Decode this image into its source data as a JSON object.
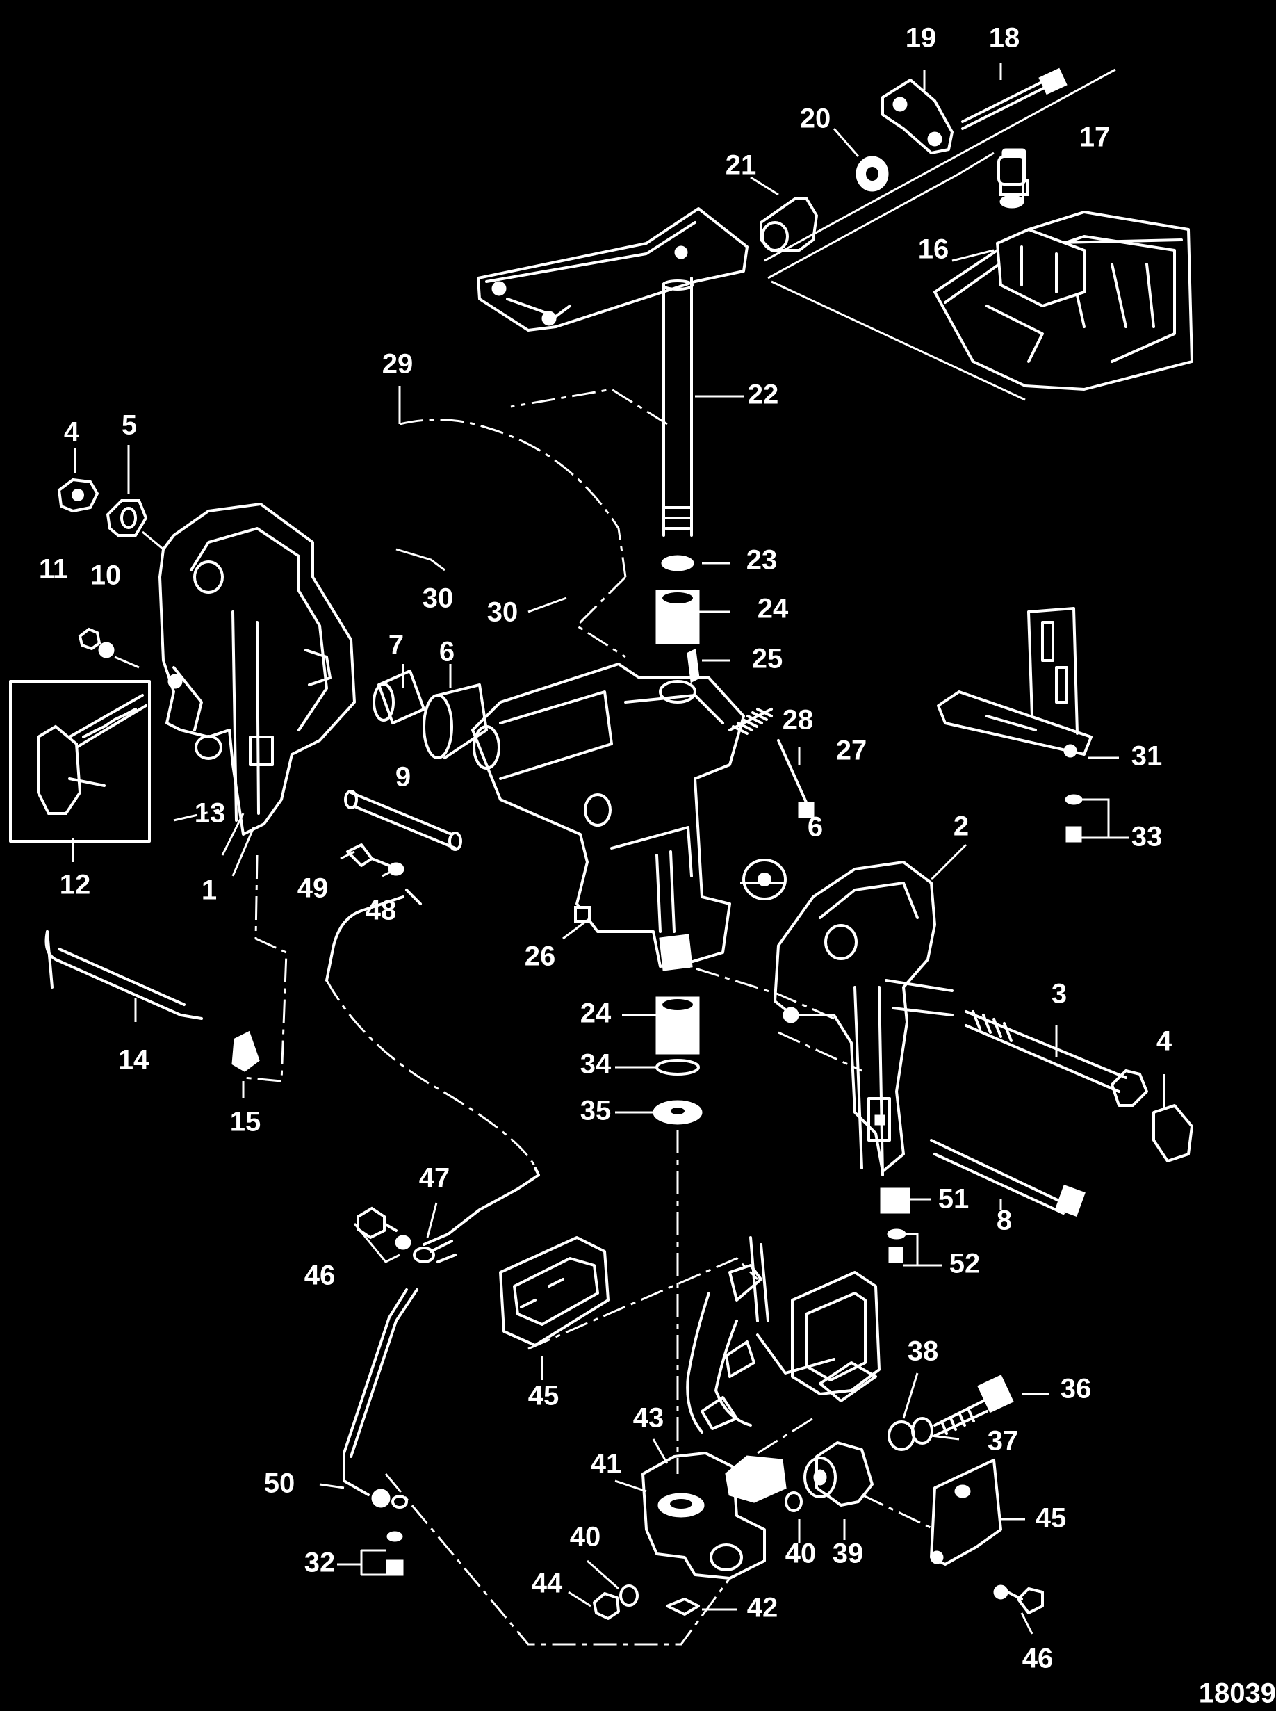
{
  "diagram": {
    "reference_number": "18039",
    "colors": {
      "background": "#000000",
      "line": "#ffffff"
    },
    "callouts": [
      {
        "id": "c19",
        "label": "19"
      },
      {
        "id": "c18",
        "label": "18"
      },
      {
        "id": "c20",
        "label": "20"
      },
      {
        "id": "c17",
        "label": "17"
      },
      {
        "id": "c21",
        "label": "21"
      },
      {
        "id": "c16",
        "label": "16"
      },
      {
        "id": "c29",
        "label": "29"
      },
      {
        "id": "c22",
        "label": "22"
      },
      {
        "id": "c4a",
        "label": "4"
      },
      {
        "id": "c5",
        "label": "5"
      },
      {
        "id": "c11",
        "label": "11"
      },
      {
        "id": "c10",
        "label": "10"
      },
      {
        "id": "c30a",
        "label": "30"
      },
      {
        "id": "c23",
        "label": "23"
      },
      {
        "id": "c30b",
        "label": "30"
      },
      {
        "id": "c24a",
        "label": "24"
      },
      {
        "id": "c7",
        "label": "7"
      },
      {
        "id": "c6a",
        "label": "6"
      },
      {
        "id": "c25",
        "label": "25"
      },
      {
        "id": "c28",
        "label": "28"
      },
      {
        "id": "c31",
        "label": "31"
      },
      {
        "id": "c27",
        "label": "27"
      },
      {
        "id": "c13",
        "label": "13"
      },
      {
        "id": "c9",
        "label": "9"
      },
      {
        "id": "c33",
        "label": "33"
      },
      {
        "id": "c6b",
        "label": "6"
      },
      {
        "id": "c2",
        "label": "2"
      },
      {
        "id": "c12",
        "label": "12"
      },
      {
        "id": "c1",
        "label": "1"
      },
      {
        "id": "c49",
        "label": "49"
      },
      {
        "id": "c48",
        "label": "48"
      },
      {
        "id": "c26",
        "label": "26"
      },
      {
        "id": "c3",
        "label": "3"
      },
      {
        "id": "c24b",
        "label": "24"
      },
      {
        "id": "c14",
        "label": "14"
      },
      {
        "id": "c4b",
        "label": "4"
      },
      {
        "id": "c34",
        "label": "34"
      },
      {
        "id": "c15",
        "label": "15"
      },
      {
        "id": "c35",
        "label": "35"
      },
      {
        "id": "c47",
        "label": "47"
      },
      {
        "id": "c51",
        "label": "51"
      },
      {
        "id": "c8",
        "label": "8"
      },
      {
        "id": "c46a",
        "label": "46"
      },
      {
        "id": "c52",
        "label": "52"
      },
      {
        "id": "c45a",
        "label": "45"
      },
      {
        "id": "c38",
        "label": "38"
      },
      {
        "id": "c36",
        "label": "36"
      },
      {
        "id": "c43",
        "label": "43"
      },
      {
        "id": "c37",
        "label": "37"
      },
      {
        "id": "c41",
        "label": "41"
      },
      {
        "id": "c50",
        "label": "50"
      },
      {
        "id": "c45b",
        "label": "45"
      },
      {
        "id": "c40a",
        "label": "40"
      },
      {
        "id": "c40b",
        "label": "40"
      },
      {
        "id": "c39",
        "label": "39"
      },
      {
        "id": "c32",
        "label": "32"
      },
      {
        "id": "c44",
        "label": "44"
      },
      {
        "id": "c42",
        "label": "42"
      },
      {
        "id": "c46b",
        "label": "46"
      }
    ]
  }
}
